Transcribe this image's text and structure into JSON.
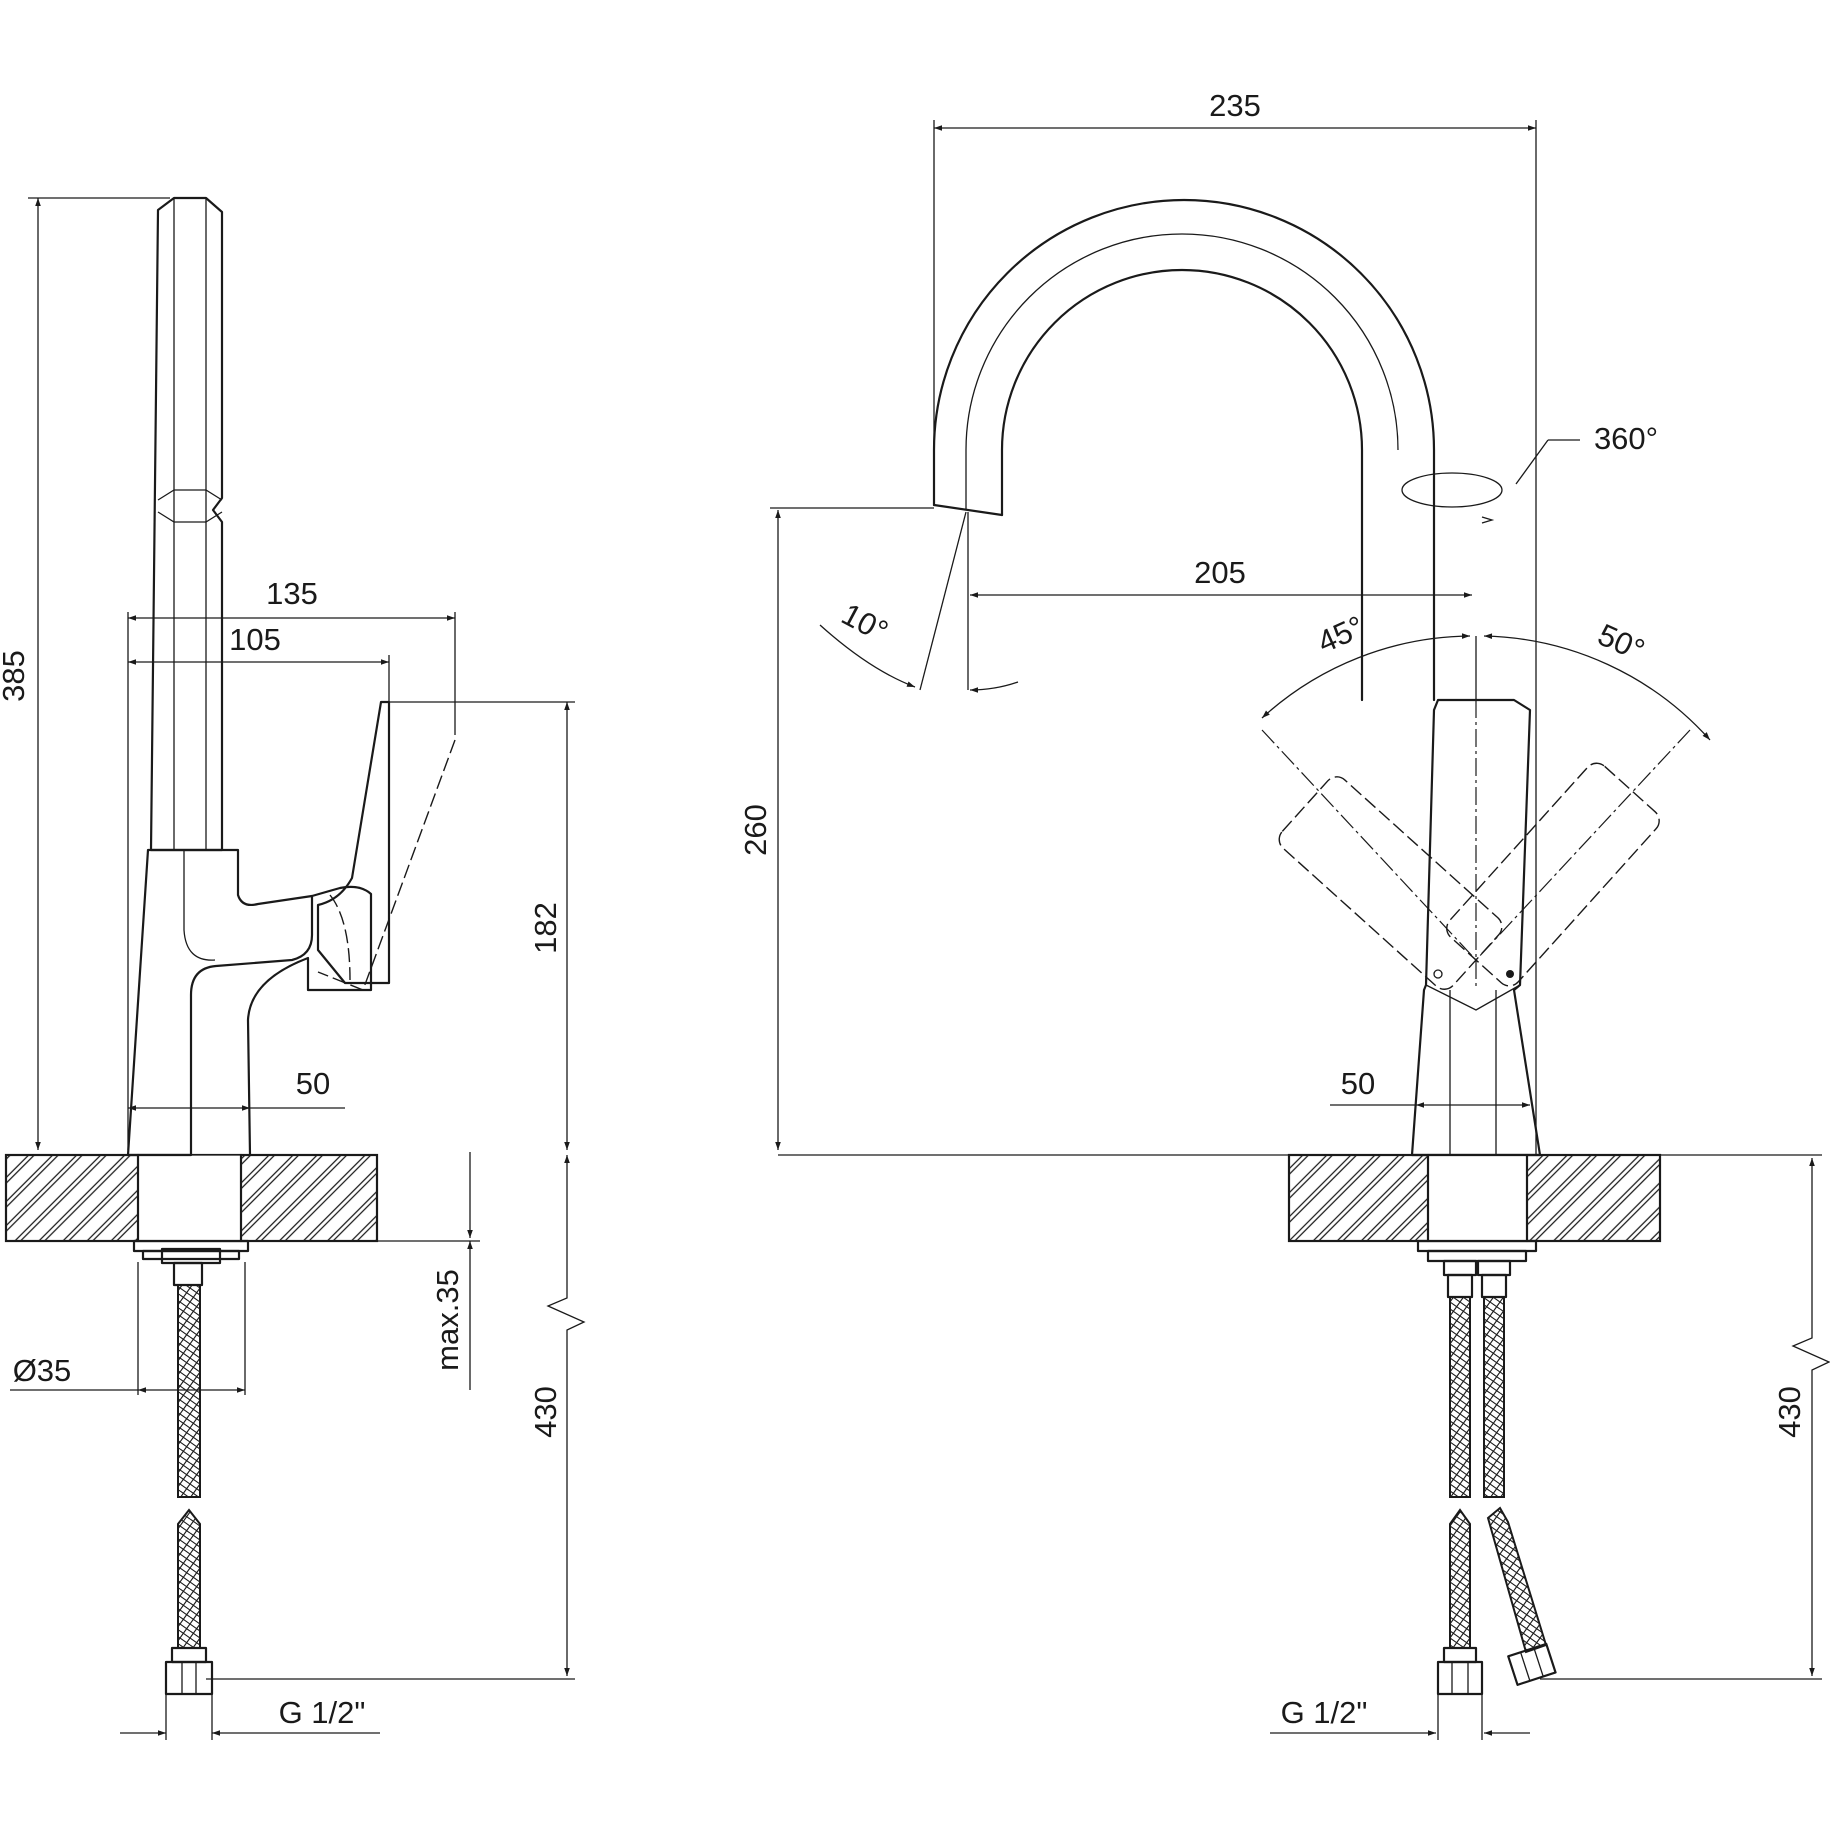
{
  "drawing": {
    "side_view": {
      "dim_height_total": "385",
      "dim_lever_reach": "135",
      "dim_body_reach": "105",
      "dim_body_height": "182",
      "dim_base_width": "50",
      "dim_mount_thickness": "max.35",
      "dim_hole_diameter": "Ø35",
      "dim_hose_length": "430",
      "thread_label": "G 1/2\""
    },
    "front_view": {
      "dim_spout_width": "235",
      "dim_spout_reach": "205",
      "dim_spout_height": "260",
      "swivel_angle": "360°",
      "spout_tilt_angle": "10°",
      "lever_angle_left": "45°",
      "lever_angle_right": "50°",
      "dim_base_width": "50",
      "dim_hose_length": "430",
      "thread_label": "G 1/2\""
    }
  }
}
